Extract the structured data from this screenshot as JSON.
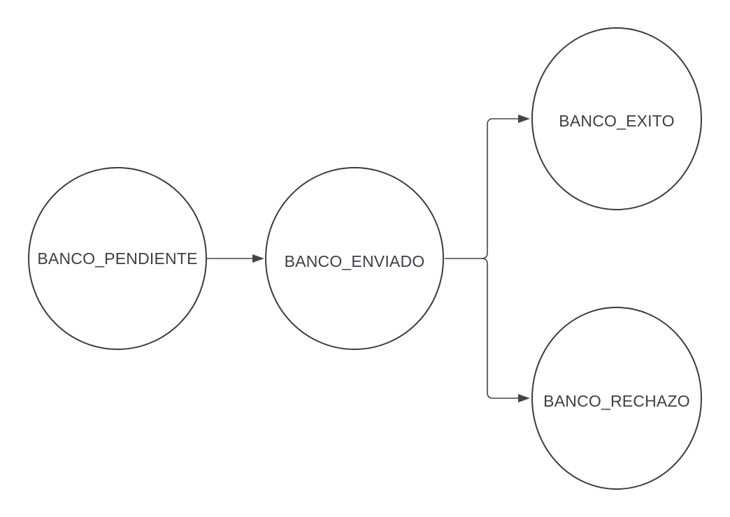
{
  "nodes": {
    "pendiente": {
      "label": "BANCO_PENDIENTE"
    },
    "enviado": {
      "label": "BANCO_ENVIADO"
    },
    "exito": {
      "label": "BANCO_EXITO"
    },
    "rechazo": {
      "label": "BANCO_RECHAZO"
    }
  },
  "edges": [
    {
      "from": "pendiente",
      "to": "enviado"
    },
    {
      "from": "enviado",
      "to": "exito"
    },
    {
      "from": "enviado",
      "to": "rechazo"
    }
  ],
  "colors": {
    "stroke": "#3c3c3c",
    "text": "#3c3f46",
    "background": "#ffffff"
  }
}
